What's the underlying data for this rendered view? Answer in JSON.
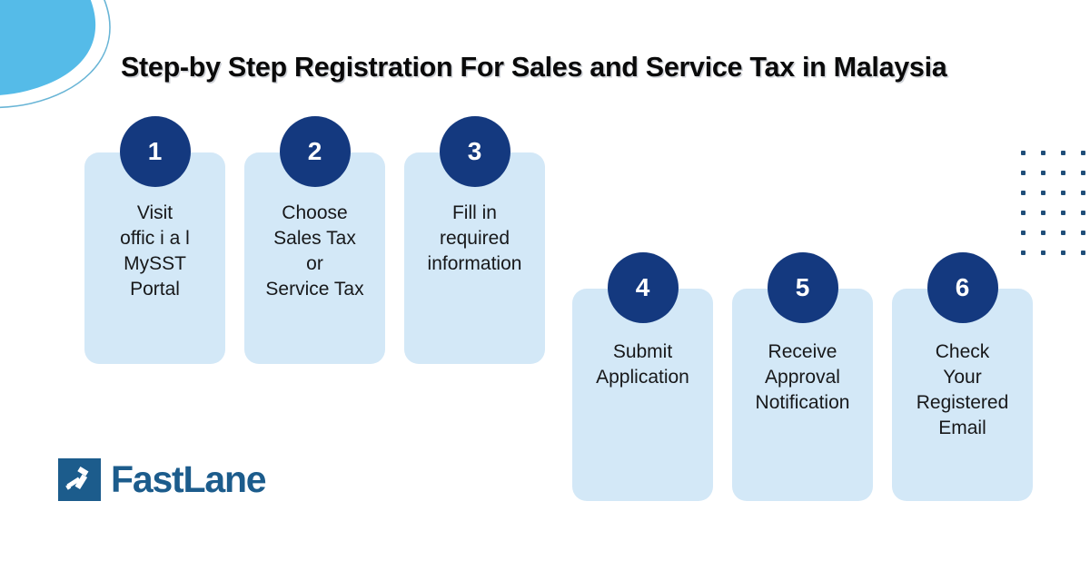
{
  "title": "Step-by Step Registration For Sales and Service Tax in Malaysia",
  "colors": {
    "badge_navy": "#14397F",
    "card_bg": "#D3E8F7",
    "blob_blue": "#55BBE8",
    "dot_blue": "#1F4E79",
    "logo_blue": "#1C5C8C",
    "title_black": "#0a0a0a"
  },
  "steps_row_top": [
    {
      "number": "1",
      "text": "Visit\noffic i a l\nMySST\nPortal"
    },
    {
      "number": "2",
      "text": "Choose\nSales Tax\nor\nService Tax"
    },
    {
      "number": "3",
      "text": "Fill in\nrequired\ninformation"
    }
  ],
  "steps_row_bottom": [
    {
      "number": "4",
      "text": "Submit\nApplication"
    },
    {
      "number": "5",
      "text": "Receive\nApproval\nNotification"
    },
    {
      "number": "6",
      "text": "Check\nYour\nRegistered\nEmail"
    }
  ],
  "logo": {
    "name": "FastLane",
    "mark_icon": "gavel-icon"
  },
  "decorations": {
    "blob": "blob-shape-top-left",
    "dot_grid": {
      "columns": 4,
      "rows": 6
    }
  }
}
